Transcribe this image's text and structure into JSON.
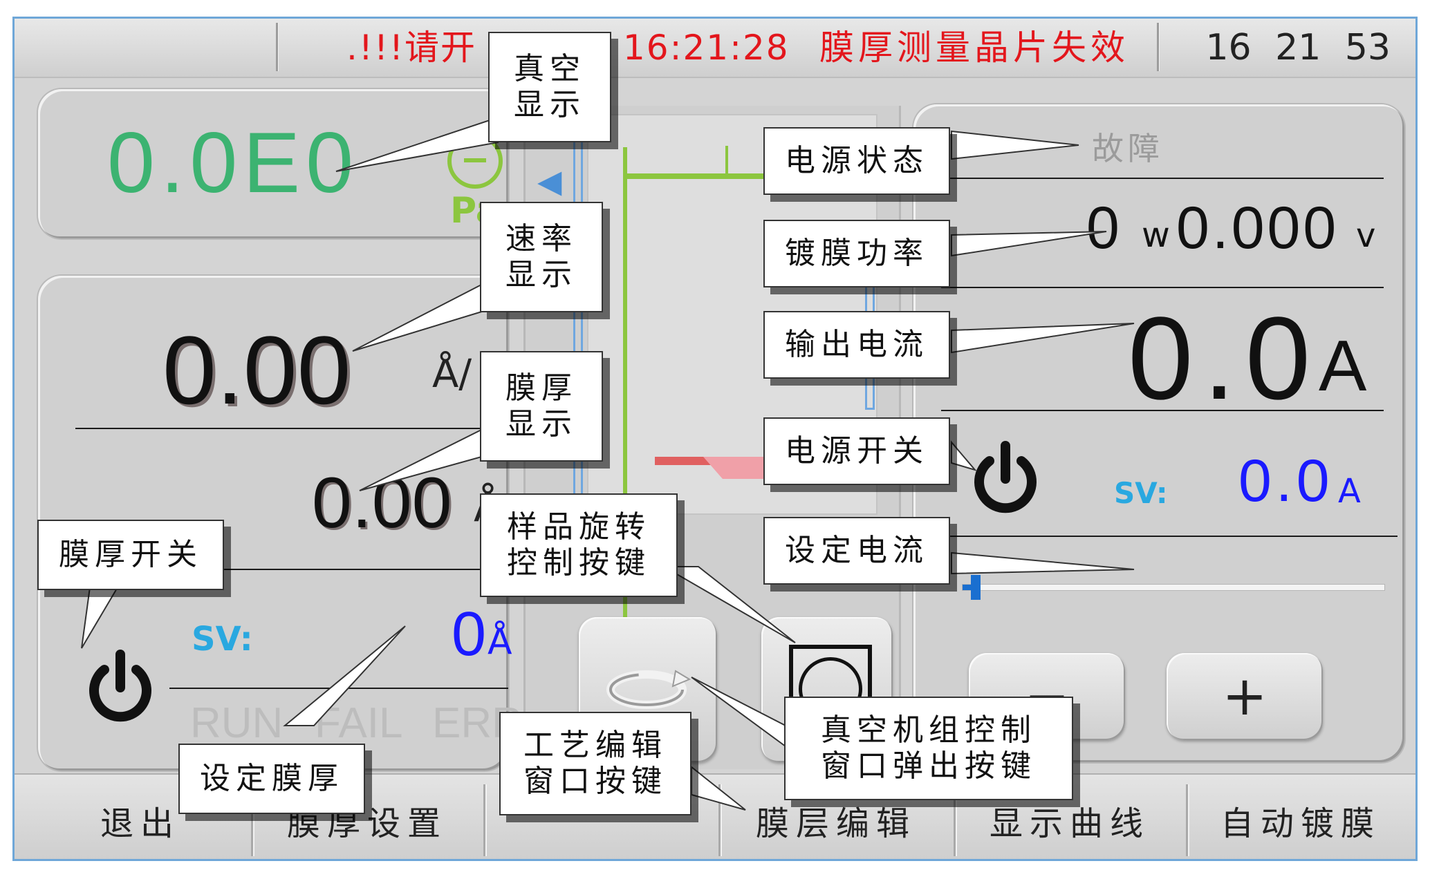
{
  "top_bar": {
    "alarm_left": ".!!!请开",
    "alarm_time": "16:21:28",
    "alarm_right": "膜厚测量晶片失效",
    "clock": "16 21 53"
  },
  "vacuum": {
    "value": "0.0E0",
    "unit": "Pa"
  },
  "thickness": {
    "rate_value": "0.00",
    "rate_unit": "Å/",
    "thickness_value": "0.00",
    "thickness_unit": "Å",
    "sv_label": "SV:",
    "sv_value": "0",
    "sv_unit": "Å",
    "status_run": "RUN",
    "status_fail": "FAIL",
    "status_err": "ERR"
  },
  "power": {
    "status": "故障",
    "power_w": "0",
    "w_unit": "w",
    "voltage": "0.000",
    "v_unit": "v",
    "current": "0.0",
    "current_unit": "A",
    "sv_label": "SV:",
    "sv_value": "0.0",
    "sv_unit": "A",
    "minus_label": "−",
    "plus_label": "+",
    "slider_level": 0.02
  },
  "bottom_nav": {
    "exit": "退出",
    "thickness_settings": "膜厚设置",
    "film_edit": "膜层编辑",
    "show_curve": "显示曲线",
    "auto_coating": "自动镀膜"
  },
  "callouts": {
    "vacuum_display": "真空\n显示",
    "rate_display": "速率\n显示",
    "thickness_display": "膜厚\n显示",
    "thickness_switch": "膜厚开关",
    "set_thickness": "设定膜厚",
    "power_status": "电源状态",
    "coating_power": "镀膜功率",
    "output_current": "输出电流",
    "power_switch": "电源开关",
    "set_current": "设定电流",
    "sample_rotation": "样品旋转\n控制按键",
    "process_edit": "工艺编辑\n窗口按键",
    "vacuum_unit": "真空机组控制\n窗口弹出按键"
  },
  "colors": {
    "alarm": "#e3161c",
    "vacuum_green": "#3cb371",
    "sv_cyan": "#29a8e0",
    "sv_blue": "#1a1aff",
    "pipe_green": "#8cc63f"
  }
}
